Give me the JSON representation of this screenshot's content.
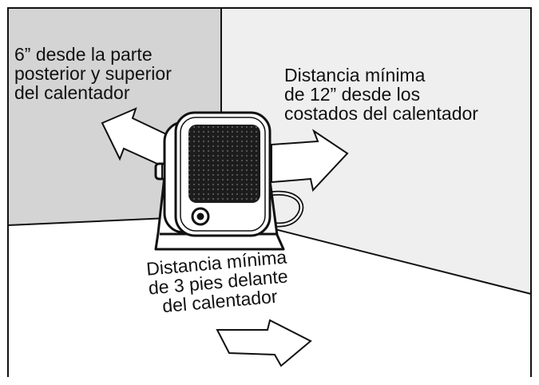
{
  "labels": {
    "back_top": {
      "lines": [
        "6” desde la parte",
        "posterior y superior",
        "del calentador"
      ]
    },
    "sides": {
      "lines": [
        "Distancia mínima",
        "de 12” desde los",
        "costados del calentador"
      ]
    },
    "front": {
      "lines": [
        "Distancia mínima",
        "de 3 pies delante",
        "del calentador"
      ]
    }
  },
  "colors": {
    "left_wall": "#d4d4d4",
    "back_wall": "#efefef",
    "floor": "#ffffff",
    "outline": "#111111",
    "heater_body": "#ffffff",
    "heater_grille": "#1c1c1c",
    "arrow_fill": "#ffffff"
  },
  "icons": {
    "heater": "space-heater-icon",
    "arrow_back_top": "arrow-up-left-icon",
    "arrow_sides": "arrow-right-icon",
    "arrow_front": "arrow-down-right-icon"
  }
}
